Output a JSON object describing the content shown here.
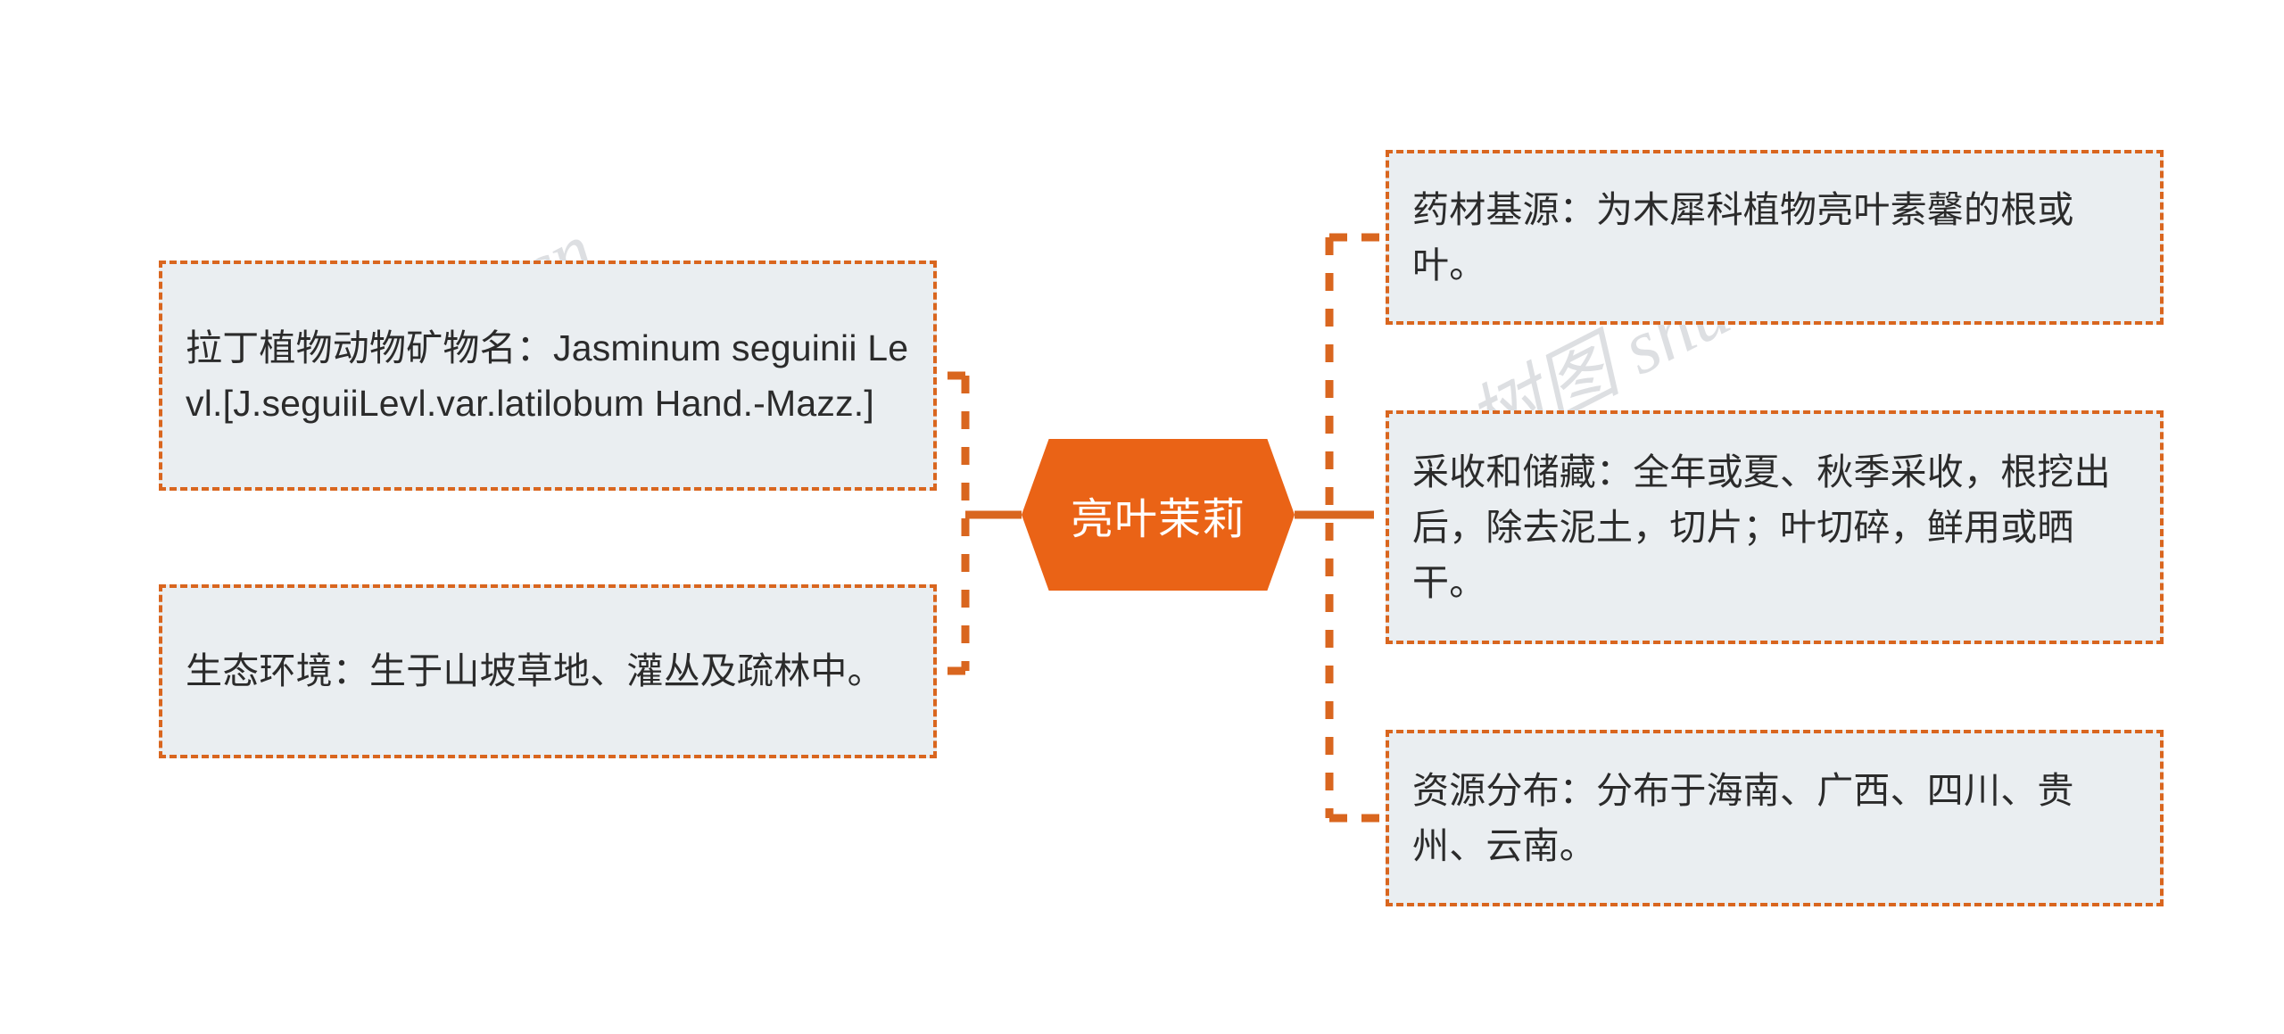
{
  "mindmap": {
    "central": {
      "label": "亮叶茉莉",
      "shape": "hexagon",
      "fill_color": "#EA6316",
      "text_color": "#FFFFFF"
    },
    "theme": {
      "branch_fill": "#EAEEF1",
      "branch_border": "#D9661F",
      "branch_text": "#2B2B2B",
      "connector_color": "#D9661F",
      "background": "#FFFFFF"
    },
    "left_branches": [
      {
        "name": "latin-name",
        "text": "拉丁植物动物矿物名：Jasminum seguinii Levl.[J.seguiiLevl.var.latilobum Hand.-Mazz.]"
      },
      {
        "name": "ecology",
        "text": "生态环境：生于山坡草地、灌丛及疏林中。"
      }
    ],
    "right_branches": [
      {
        "name": "medicinal-source",
        "text": "药材基源：为木犀科植物亮叶素馨的根或叶。"
      },
      {
        "name": "harvest-storage",
        "text": "采收和储藏：全年或夏、秋季采收，根挖出后，除去泥土，切片；叶切碎，鲜用或晒干。"
      },
      {
        "name": "distribution",
        "text": "资源分布：分布于海南、广西、四川、贵州、云南。"
      }
    ]
  },
  "watermarks": {
    "left": "树图 shutu.cn",
    "right": "树图 shutu.cn"
  }
}
